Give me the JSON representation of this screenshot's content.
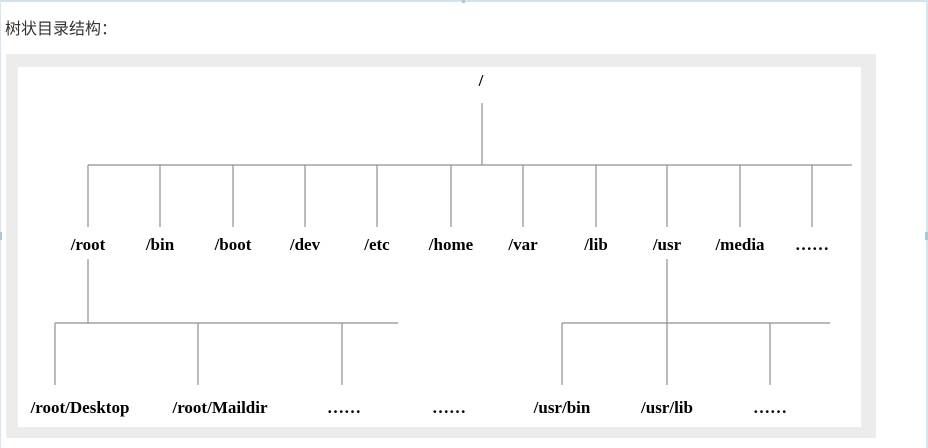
{
  "caption": "树状目录结构：",
  "tree": {
    "root": "/",
    "level1": [
      "/root",
      "/bin",
      "/boot",
      "/dev",
      "/etc",
      "/home",
      "/var",
      "/lib",
      "/usr",
      "/media",
      "……"
    ],
    "root_children": [
      "/root/Desktop",
      "/root/Maildir",
      "……",
      "……"
    ],
    "usr_children": [
      "/usr/bin",
      "/usr/lib",
      "……"
    ]
  }
}
